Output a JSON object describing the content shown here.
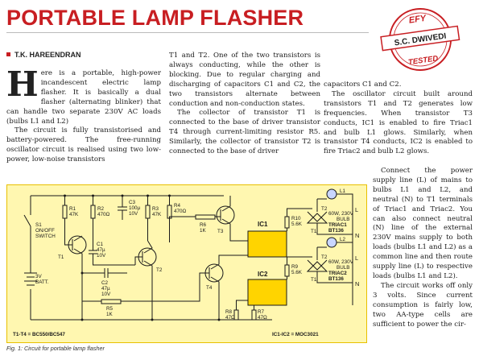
{
  "article": {
    "title": "PORTABLE LAMP FLASHER",
    "author": "T.K. HAREENDRAN",
    "badge": {
      "top": "EFY",
      "name": "S.C. DWIVEDI",
      "bottom": "TESTED"
    },
    "col1": {
      "dropcap": "H",
      "p1": "ere is a portable, high-power incandescent electric lamp flasher. It is basically a dual flasher (alternating blinker) that can handle two separate 230V AC loads (bulbs L1 and L2)",
      "p2": "The circuit is fully transistorised and battery-powered. The free-running oscillator circuit is realised using two low-power, low-noise transistors"
    },
    "col2": {
      "p1": "T1 and T2. One of the two transistors is always conducting, while the other is blocking. Due to regular charging and discharging of capacitors C1 and C2, the two transistors alternate between conduction and non-conduction states.",
      "p2": "The collector of transistor T1 is connected to the base of driver transistor T4 through current-limiting resistor R5. Similarly, the collector of transistor T2 is connected to the base of driver"
    },
    "col3": {
      "p1": "capacitors C1 and C2.",
      "p2": "The oscillator circuit built around transistors T1 and T2 generates low frequencies. When transistor T3 conducts, IC1 is enabled to fire Triac1 and bulb L1 glows. Similarly, when transistor T4 conducts, IC2 is enabled to fire Triac2 and bulb L2 glows."
    },
    "col4": {
      "p1": "Connect the power supply line (L) of mains to bulbs L1 and L2, and neutral (N) to T1 terminals of Triac1 and Triac2. You can also connect neutral (N) line of the external 230V mains supply to both loads (bulbs L1 and L2) as a common line and then route supply line (L) to respective loads (bulbs L1 and L2).",
      "p2": "The circuit works off only 3 volts. Since current consumption is fairly low, two AA-type cells are sufficient to power the cir-"
    },
    "caption": "Fig. 1: Circuit for portable lamp flasher"
  },
  "circuit": {
    "s1": [
      "S1",
      "ON/OFF",
      "SWITCH"
    ],
    "batt": [
      "3V",
      "BATT."
    ],
    "r1": [
      "R1",
      "47K"
    ],
    "r2": [
      "R2",
      "470Ω"
    ],
    "c3": [
      "C3",
      "100µ",
      "10V"
    ],
    "r3": [
      "R3",
      "47K"
    ],
    "r4": [
      "R4",
      "470Ω"
    ],
    "r6": [
      "R6",
      "1K"
    ],
    "c1": [
      "C1",
      "47µ",
      "10V"
    ],
    "c2": [
      "C2",
      "47µ",
      "10V"
    ],
    "r5": [
      "R5",
      "1K"
    ],
    "r8": [
      "R8",
      "47Ω"
    ],
    "r7": [
      "R7",
      "47Ω"
    ],
    "r10": [
      "R10",
      "5.6K"
    ],
    "r9": [
      "R9",
      "5.6K"
    ],
    "t1": "T1",
    "t2": "T2",
    "t3": "T3",
    "t4": "T4",
    "t2pin": "T2",
    "t1pin": "T1",
    "ic1": "IC1",
    "ic2": "IC2",
    "l1": [
      "L1",
      "60W, 230V",
      "BULB"
    ],
    "l2": [
      "L2",
      "60W, 230V",
      "BULB"
    ],
    "triac1": [
      "TRIAC1",
      "BT136"
    ],
    "triac2": [
      "TRIAC2",
      "BT136"
    ],
    "n": "N",
    "l": "L",
    "tnote": "T1-T4 = BC550/BC547",
    "icnote": "IC1-IC2 = MOC3021"
  },
  "colors": {
    "title": "#c81e22",
    "diagram_bg": "#fff7b0",
    "diagram_border": "#e8c000",
    "ic_fill": "#ffd400",
    "stamp": "#c81e22"
  }
}
